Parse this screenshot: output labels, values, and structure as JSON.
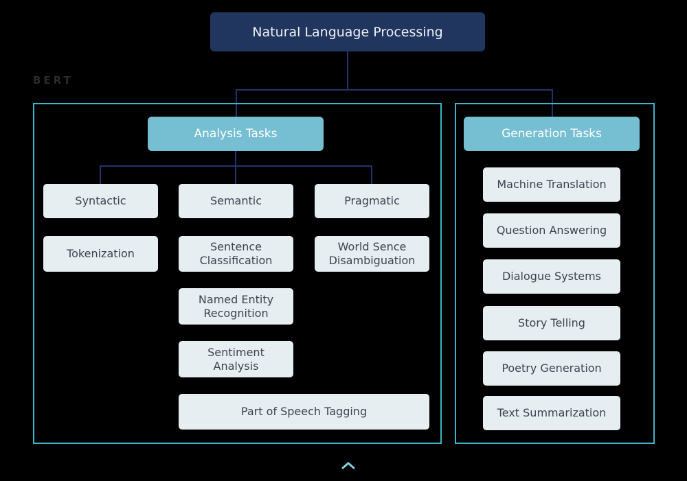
{
  "watermark": "BERT",
  "colors": {
    "background": "#000000",
    "root_fill": "#21365e",
    "header_fill": "#76bed2",
    "leaf_fill": "#e7eef1",
    "connector": "#22356b",
    "container_border": "#3fb4ca",
    "leaf_text": "#3a4450",
    "watermark_text": "#2b2b2b"
  },
  "root": {
    "label": "Natural Language Processing"
  },
  "branches": [
    {
      "id": "analysis",
      "header": "Analysis Tasks",
      "columns": [
        {
          "id": "syntactic",
          "title": "Syntactic",
          "items": [
            "Tokenization"
          ]
        },
        {
          "id": "semantic",
          "title": "Semantic",
          "items": [
            "Sentence\nClassification",
            "Named Entity\nRecognition",
            "Sentiment\nAnalysis"
          ]
        },
        {
          "id": "pragmatic",
          "title": "Pragmatic",
          "items": [
            "World Sence\nDisambiguation"
          ]
        }
      ],
      "wide_items": [
        "Part of Speech Tagging"
      ]
    },
    {
      "id": "generation",
      "header": "Generation Tasks",
      "items": [
        "Machine Translation",
        "Question Answering",
        "Dialogue Systems",
        "Story Telling",
        "Poetry Generation",
        "Text Summarization"
      ]
    }
  ],
  "footer": {
    "chevron_icon": "chevron-up-icon"
  }
}
